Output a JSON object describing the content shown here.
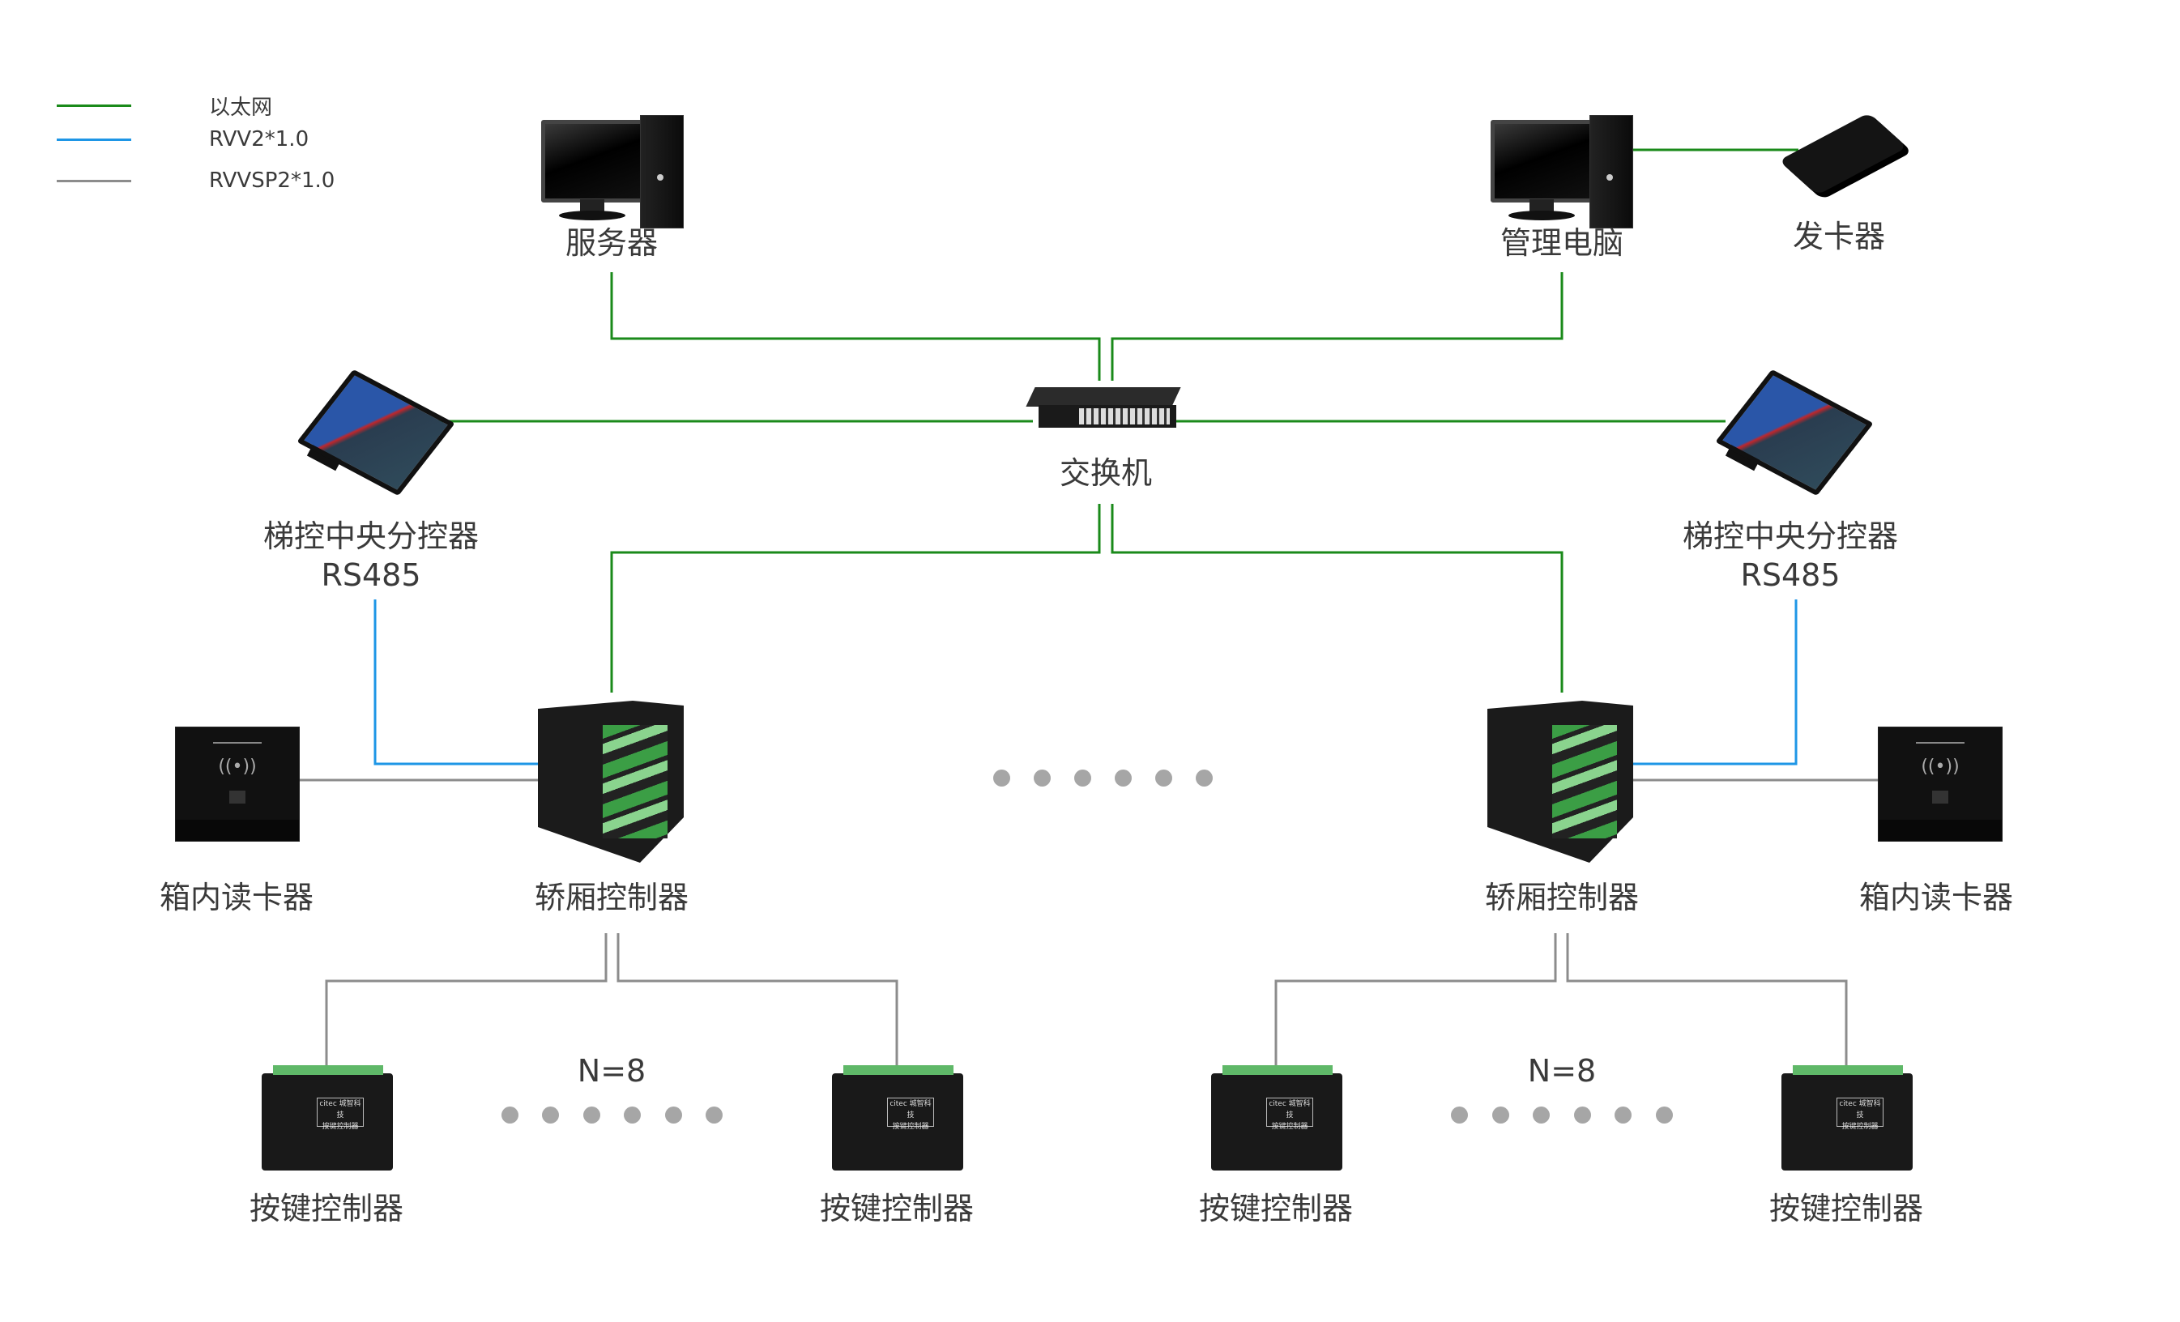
{
  "legend": [
    {
      "label": "以太网",
      "color": "#1a8a1a"
    },
    {
      "label": "RVV2*1.0",
      "color": "#1e96e6"
    },
    {
      "label": "RVVSP2*1.0",
      "color": "#8c8c8c"
    }
  ],
  "nodes": {
    "server": "服务器",
    "admin_pc": "管理电脑",
    "card_issuer": "发卡器",
    "switch": "交换机",
    "central_left_line1": "梯控中央分控器",
    "central_left_line2": "RS485",
    "central_right_line1": "梯控中央分控器",
    "central_right_line2": "RS485",
    "car_ctrl_left": "轿厢控制器",
    "car_ctrl_right": "轿厢控制器",
    "reader_left": "箱内读卡器",
    "reader_right": "箱内读卡器",
    "key_ctrl_1": "按键控制器",
    "key_ctrl_2": "按键控制器",
    "key_ctrl_3": "按键控制器",
    "key_ctrl_4": "按键控制器",
    "n_left": "N=8",
    "n_right": "N=8",
    "key_panel_brand": "citec 城智科技",
    "key_panel_name": "按键控制器",
    "nfc_glyph": "((•))"
  }
}
